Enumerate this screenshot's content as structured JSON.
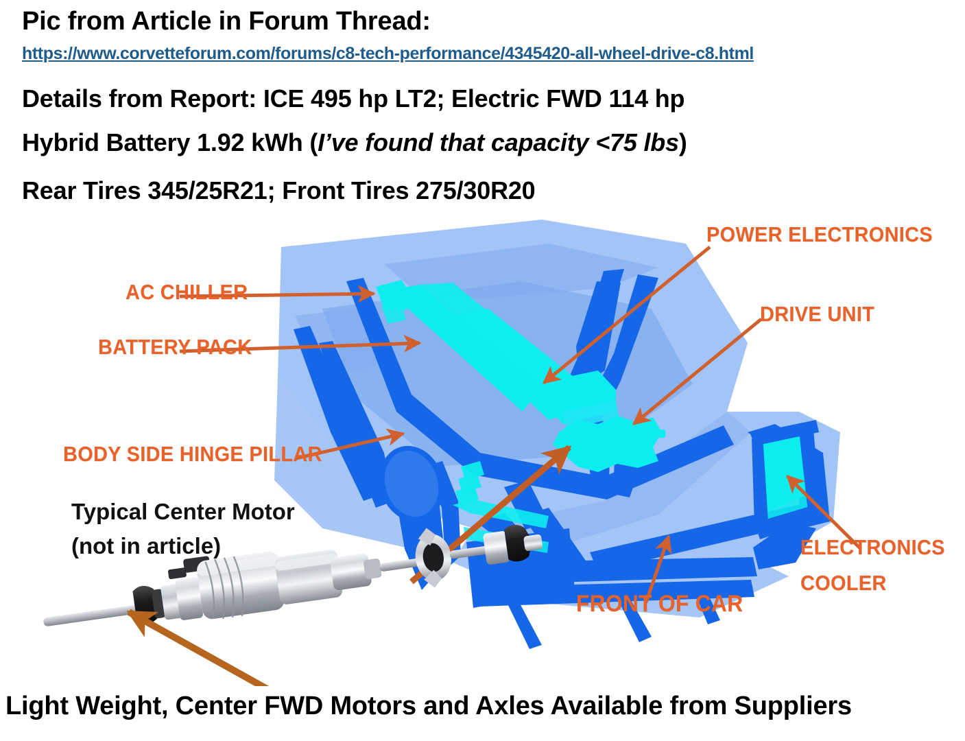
{
  "header": {
    "title": "Pic from Article in Forum Thread:",
    "url": "https://www.corvetteforum.com/forums/c8-tech-performance/4345420-all-wheel-drive-c8.html",
    "details": "Details from Report: ICE 495 hp LT2;    Electric FWD 114 hp",
    "battery_prefix": "Hybrid Battery 1.92 kWh   (",
    "battery_italic": "I’ve found that capacity <75 lbs",
    "battery_suffix": ")",
    "tires": "Rear Tires 345/25R21;   Front Tires 275/30R20"
  },
  "footer": {
    "caption": "Light Weight, Center FWD Motors and Axles Available from Suppliers"
  },
  "diagram": {
    "callouts": {
      "power_electronics": "POWER ELECTRONICS",
      "ac_chiller": "AC CHILLER",
      "drive_unit": "DRIVE UNIT",
      "battery_pack": "BATTERY PACK",
      "body_side_hinge_pillar": "BODY SIDE HINGE PILLAR",
      "electronics_cooler_line1": "ELECTRONICS",
      "electronics_cooler_line2": "COOLER",
      "front_of_car": "FRONT OF CAR"
    },
    "notes": {
      "motor_line1": "Typical Center Motor",
      "motor_line2": "(not in article)"
    }
  },
  "colors": {
    "label_orange": "#E8622A",
    "arrow_orange": "#D0612F",
    "arrow_brown": "#B5651D",
    "body_light_blue": "#8FB6F2",
    "body_mid_blue": "#7FA9EE",
    "structure_blue": "#1667E8",
    "highlight_cyan": "#0DEDEF",
    "link_blue": "#1F5C8B",
    "text_black": "#000000",
    "background": "#FFFFFF"
  }
}
